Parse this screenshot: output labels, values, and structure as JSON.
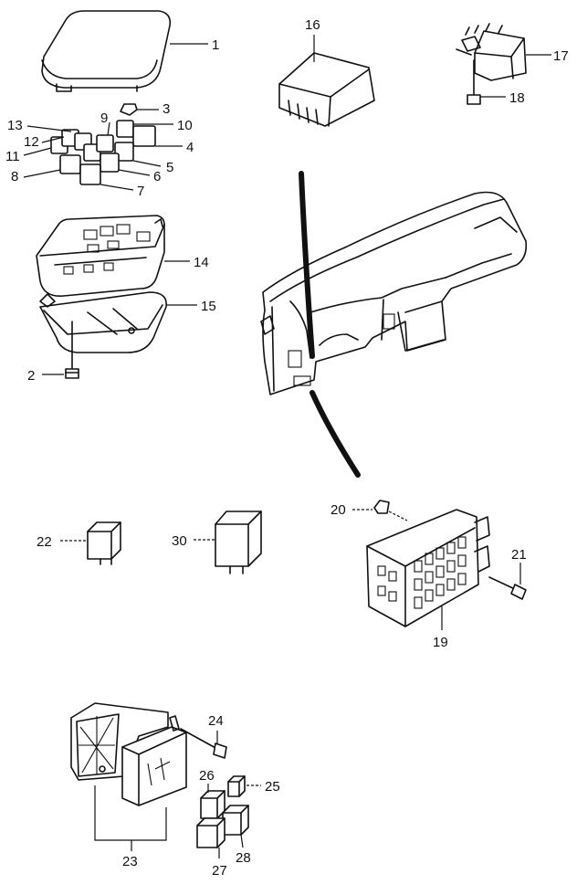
{
  "callouts": [
    {
      "id": "c1",
      "label": "1"
    },
    {
      "id": "c2",
      "label": "2"
    },
    {
      "id": "c3",
      "label": "3"
    },
    {
      "id": "c4",
      "label": "4"
    },
    {
      "id": "c5",
      "label": "5"
    },
    {
      "id": "c6",
      "label": "6"
    },
    {
      "id": "c7",
      "label": "7"
    },
    {
      "id": "c8",
      "label": "8"
    },
    {
      "id": "c9",
      "label": "9"
    },
    {
      "id": "c10",
      "label": "10"
    },
    {
      "id": "c11",
      "label": "11"
    },
    {
      "id": "c12",
      "label": "12"
    },
    {
      "id": "c13",
      "label": "13"
    },
    {
      "id": "c14",
      "label": "14"
    },
    {
      "id": "c15",
      "label": "15"
    },
    {
      "id": "c16",
      "label": "16"
    },
    {
      "id": "c17",
      "label": "17"
    },
    {
      "id": "c18",
      "label": "18"
    },
    {
      "id": "c19",
      "label": "19"
    },
    {
      "id": "c20",
      "label": "20"
    },
    {
      "id": "c21",
      "label": "21"
    },
    {
      "id": "c22",
      "label": "22"
    },
    {
      "id": "c23",
      "label": "23"
    },
    {
      "id": "c24",
      "label": "24"
    },
    {
      "id": "c25",
      "label": "25"
    },
    {
      "id": "c26",
      "label": "26"
    },
    {
      "id": "c27",
      "label": "27"
    },
    {
      "id": "c28",
      "label": "28"
    },
    {
      "id": "c30",
      "label": "30"
    }
  ]
}
